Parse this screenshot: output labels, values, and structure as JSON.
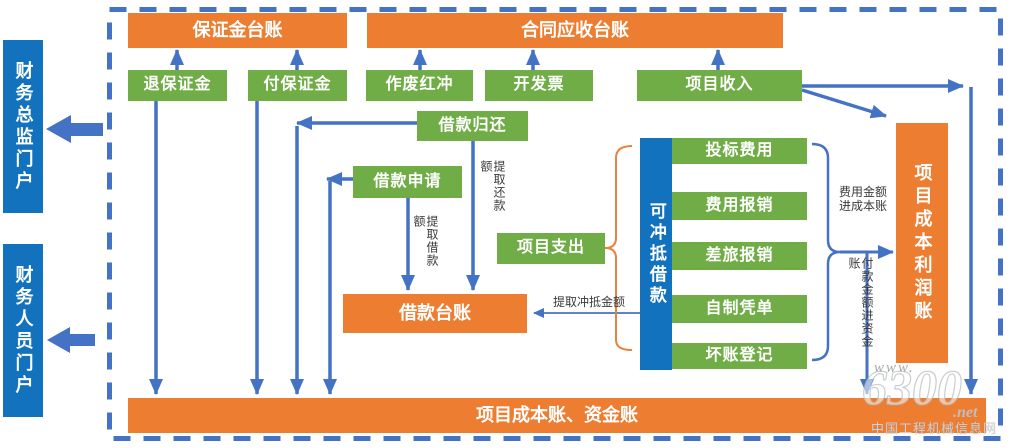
{
  "diagram": {
    "portals": {
      "director": "财务总监门户",
      "staff": "财务人员门户"
    },
    "ledgers": {
      "deposit": "保证金台账",
      "contract_receivable": "合同应收台账",
      "loan": "借款台账",
      "project_cost_profit": "项目成本利润账",
      "project_cost_fund": "项目成本账、资金账"
    },
    "processes": {
      "refund_deposit": "退保证金",
      "pay_deposit": "付保证金",
      "void_red_ink": "作废红冲",
      "issue_invoice": "开发票",
      "project_income": "项目收入",
      "loan_return": "借款归还",
      "loan_apply": "借款申请",
      "project_expense": "项目支出"
    },
    "offset_group": {
      "title": "可冲抵借款",
      "items": [
        "投标费用",
        "费用报销",
        "差旅报销",
        "自制凭单",
        "坏账登记"
      ]
    },
    "flow_labels": {
      "withdraw_repayment": "提取还款额",
      "withdraw_loan": "提取借款额",
      "withdraw_offset": "提取冲抵金额",
      "expense_to_cost": "费用金额\n进成本账",
      "payment_to_fund": "付款金额进资金账"
    },
    "watermark": {
      "www": "www.",
      "number": "6300",
      "net": ".net",
      "site": "中国工程机械信息网"
    },
    "colors": {
      "orange": "#ED7D31",
      "green": "#70AD47",
      "portal": "#1272BE",
      "line": "#4472C4",
      "label": "#3a3a3a"
    }
  }
}
